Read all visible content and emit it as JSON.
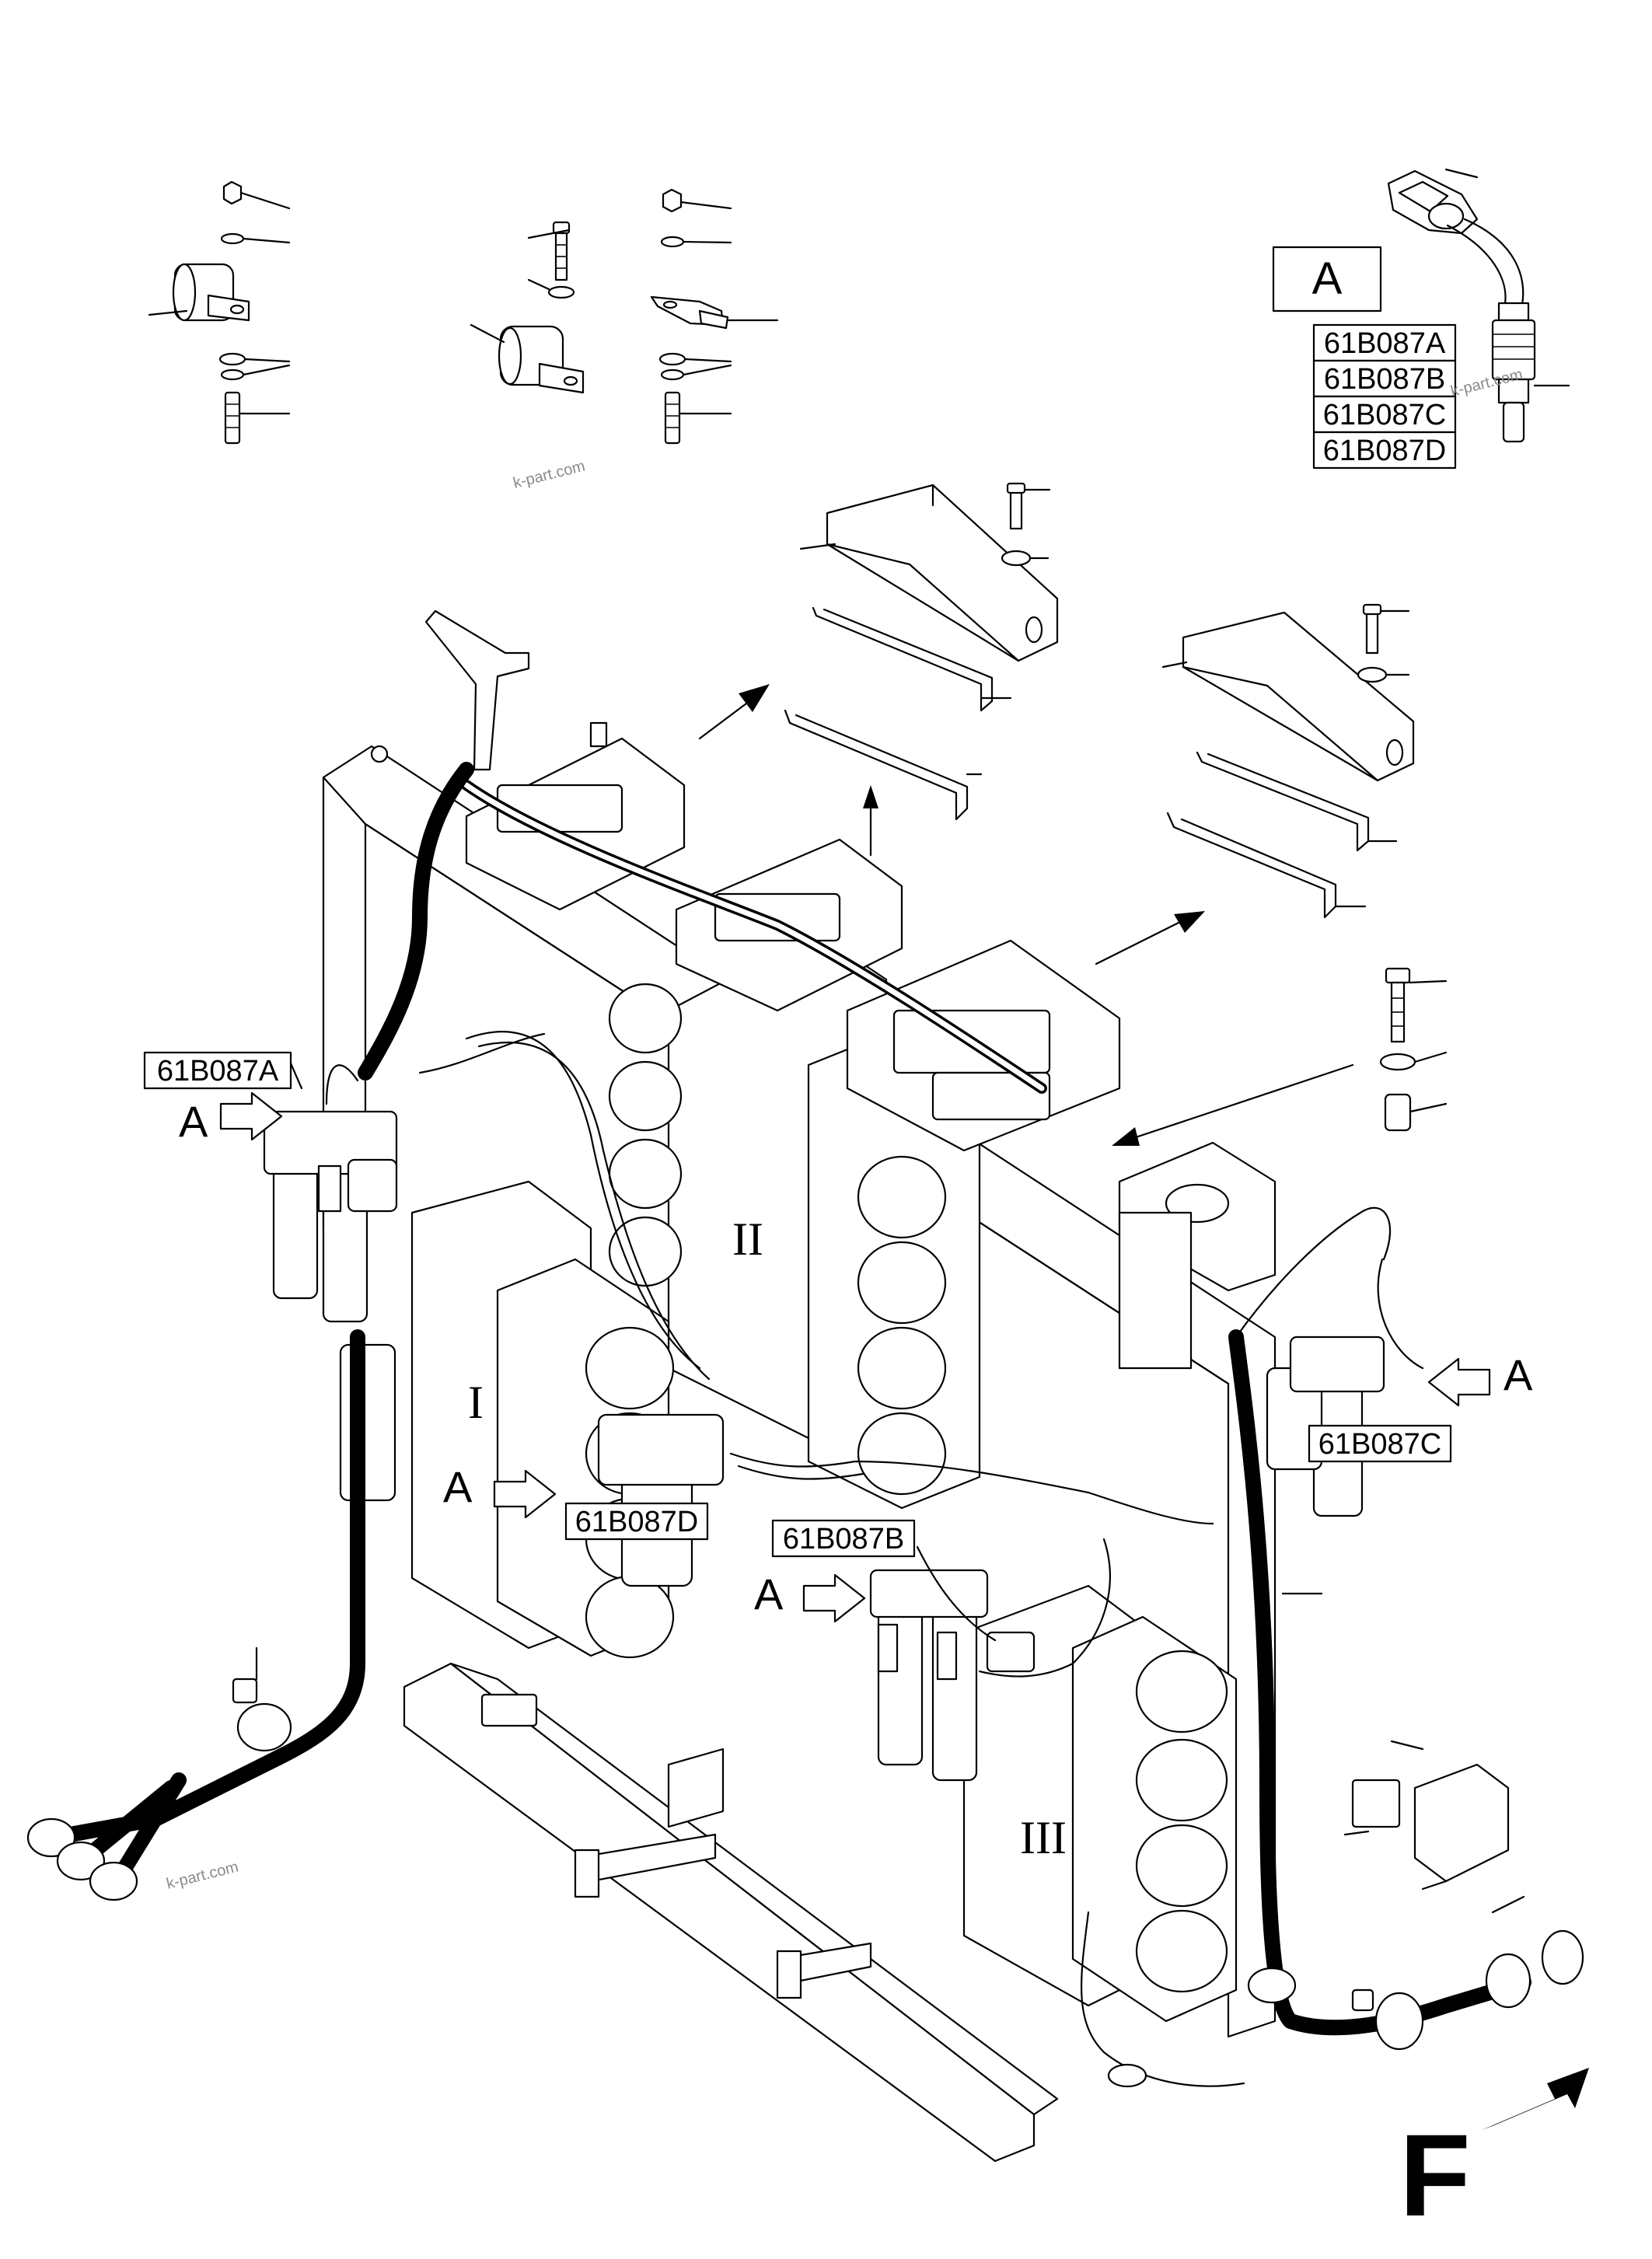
{
  "detail_box": {
    "letter": "A",
    "part_numbers": [
      "61B087A",
      "61B087B",
      "61B087C",
      "61B087D"
    ]
  },
  "callouts": [
    {
      "id": "a",
      "label": "61B087A",
      "pointer": "A"
    },
    {
      "id": "b",
      "label": "61B087B",
      "pointer": "A"
    },
    {
      "id": "c",
      "label": "61B087C",
      "pointer": "A"
    },
    {
      "id": "d",
      "label": "61B087D",
      "pointer": "A"
    }
  ],
  "valve_sections": {
    "section_1": "I",
    "section_2": "II",
    "section_3": "III"
  },
  "direction": {
    "letter": "F"
  },
  "watermarks": [
    "k-part.com",
    "k-part.com",
    "k-part.com"
  ]
}
